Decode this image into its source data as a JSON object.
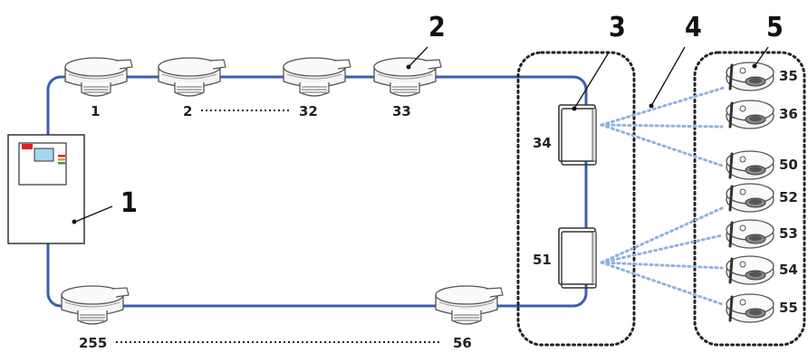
{
  "callouts": {
    "c1": "1",
    "c2": "2",
    "c3": "3",
    "c4": "4",
    "c5": "5"
  },
  "wired_detectors": {
    "d1": "1",
    "d2": "2",
    "d32": "32",
    "d33": "33",
    "d255": "255",
    "d56": "56"
  },
  "expanders": {
    "e34": "34",
    "e51": "51"
  },
  "wireless_detectors": {
    "w35": "35",
    "w36": "36",
    "w50": "50",
    "w52": "52",
    "w53": "53",
    "w54": "54",
    "w55": "55"
  },
  "colors": {
    "loop": "#3a5fb0",
    "radio_link": "#8fb3e0",
    "panel_red": "#e0202a",
    "panel_screen": "#a8d4f0"
  }
}
